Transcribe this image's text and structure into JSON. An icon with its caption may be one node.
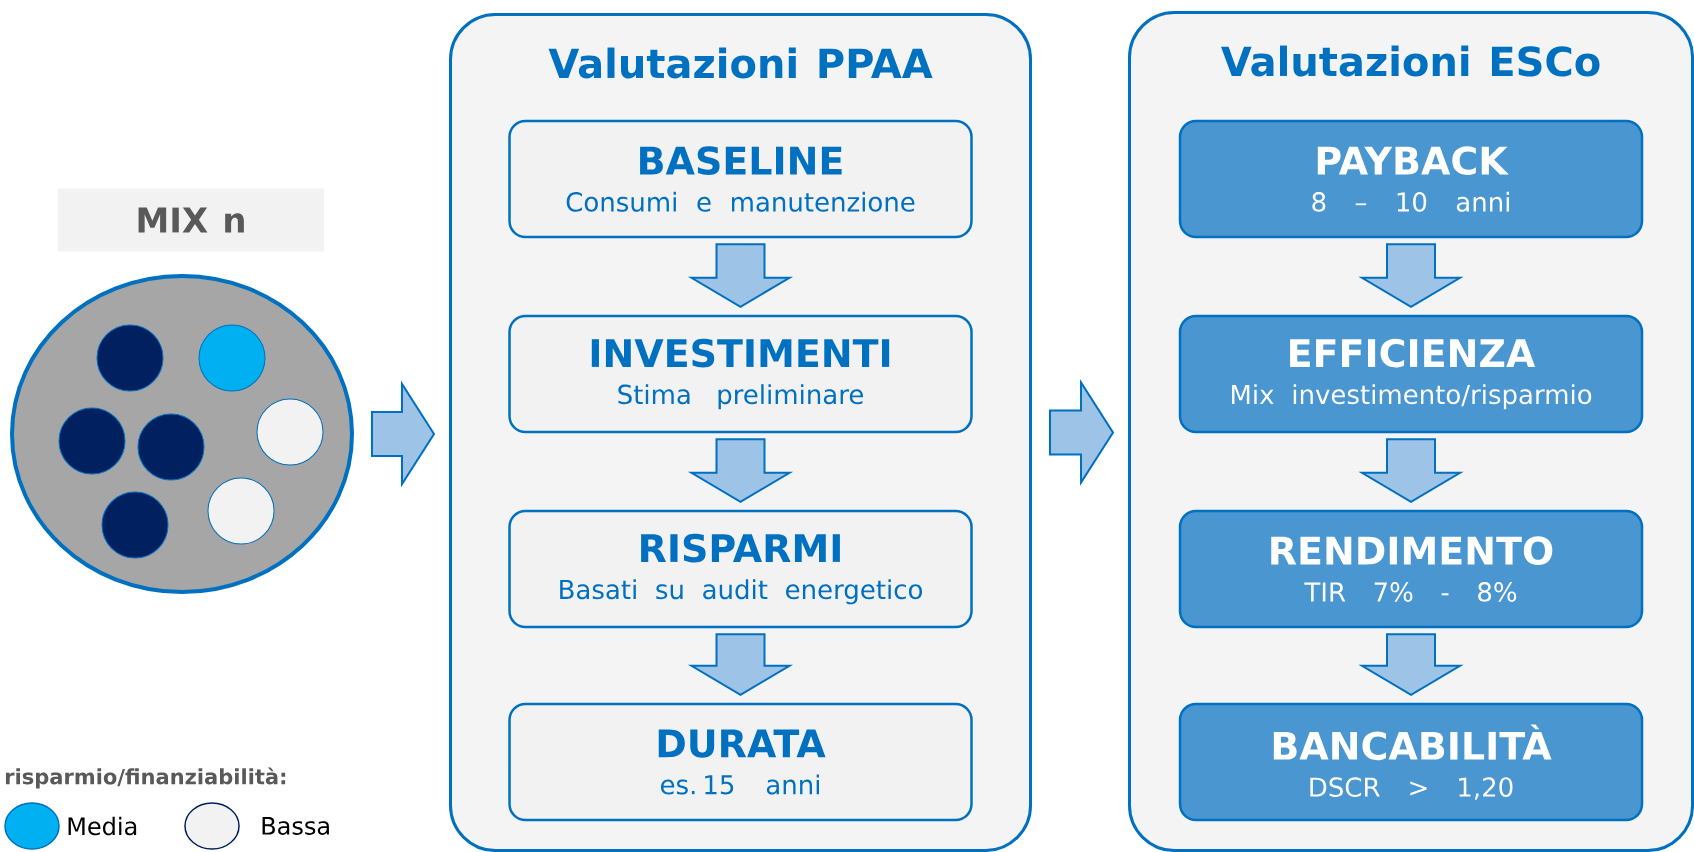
{
  "diagram": {
    "nodes": [
      {
        "text": [
          "MIX n"
        ]
      },
      {
        "text": [],
        "shape": "circle"
      },
      {
        "text": [
          "Valutazioni PPAA"
        ]
      },
      {
        "text": [
          "BASELINE",
          "Consumi e manutenzione"
        ],
        "in": 2
      },
      {
        "text": [
          "INVESTIMENTI",
          "Stima preliminare"
        ],
        "in": 2
      },
      {
        "text": [
          "RISPARMI",
          "Basati su audit energetico"
        ],
        "in": 2
      },
      {
        "text": [
          "DURATA",
          "es. 15 anni"
        ],
        "in": 2
      },
      {
        "text": [
          "Valutazioni ESCo"
        ]
      },
      {
        "text": [
          "PAYBACK",
          "8 – 10 anni"
        ],
        "in": 7
      },
      {
        "text": [
          "EFFICIENZA",
          "Mix investimento/risparmio"
        ],
        "in": 7
      },
      {
        "text": [
          "RENDIMENTO",
          "TIR 7% - 8%"
        ],
        "in": 7
      },
      {
        "text": [
          "BANCABILITÀ",
          "DSCR > 1,20"
        ],
        "in": 7
      }
    ],
    "edges": [
      {
        "from": 1,
        "to": 2,
        "arrow": "to"
      },
      {
        "from": 3,
        "to": 4,
        "arrow": "to"
      },
      {
        "from": 4,
        "to": 5,
        "arrow": "to"
      },
      {
        "from": 5,
        "to": 6,
        "arrow": "to"
      },
      {
        "from": 2,
        "to": 7,
        "arrow": "to"
      },
      {
        "from": 8,
        "to": 9,
        "arrow": "to"
      },
      {
        "from": 9,
        "to": 10,
        "arrow": "to"
      },
      {
        "from": 10,
        "to": 11,
        "arrow": "to"
      }
    ],
    "labels": [
      "risparmio/finanziabilità:"
    ],
    "legend": [
      {
        "text": "Media",
        "color": "#00b0f0"
      },
      {
        "text": "Bassa",
        "color": "#f2f2f2"
      }
    ]
  }
}
